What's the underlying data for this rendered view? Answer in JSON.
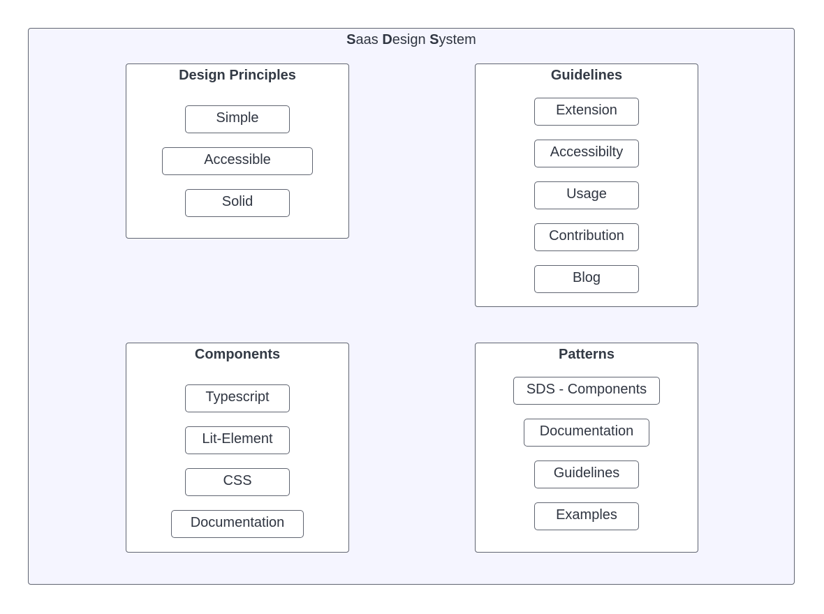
{
  "diagram": {
    "title_parts": [
      {
        "text": "S",
        "bold": true
      },
      {
        "text": "aas ",
        "bold": false
      },
      {
        "text": "D",
        "bold": true
      },
      {
        "text": "esign ",
        "bold": false
      },
      {
        "text": "S",
        "bold": true
      },
      {
        "text": "ystem",
        "bold": false
      }
    ],
    "groups": {
      "design_principles": {
        "title": "Design Principles",
        "items": [
          "Simple",
          "Accessible",
          "Solid"
        ]
      },
      "guidelines": {
        "title": "Guidelines",
        "items": [
          "Extension",
          "Accessibilty",
          "Usage",
          "Contribution",
          "Blog"
        ]
      },
      "components": {
        "title": "Components",
        "items": [
          "Typescript",
          "Lit-Element",
          "CSS",
          "Documentation"
        ]
      },
      "patterns": {
        "title": "Patterns",
        "items": [
          "SDS - Components",
          "Documentation",
          "Guidelines",
          "Examples"
        ]
      }
    }
  },
  "colors": {
    "frame_fill": "#f5f5ff",
    "border": "#5f6470",
    "text": "#2f3541",
    "box_fill": "#ffffff"
  }
}
